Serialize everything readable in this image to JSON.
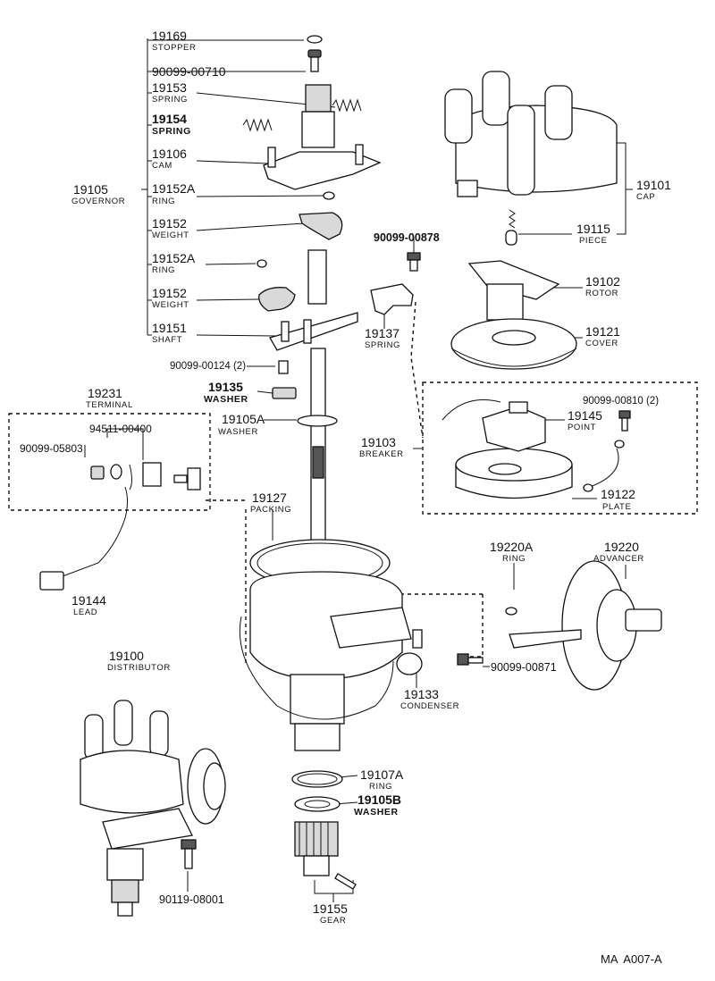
{
  "labels": {
    "l19169": {
      "num": "19169",
      "name": "STOPPER"
    },
    "l90099_00710": {
      "num": "90099-00710"
    },
    "l19153": {
      "num": "19153",
      "name": "SPRING"
    },
    "l19154": {
      "num": "19154",
      "name": "SPRING"
    },
    "l19106": {
      "num": "19106",
      "name": "CAM"
    },
    "l19105": {
      "num": "19105",
      "name": "GOVERNOR"
    },
    "l19152A_1": {
      "num": "19152A",
      "name": "RING"
    },
    "l19152_1": {
      "num": "19152",
      "name": "WEIGHT"
    },
    "l19152A_2": {
      "num": "19152A",
      "name": "RING"
    },
    "l19152_2": {
      "num": "19152",
      "name": "WEIGHT"
    },
    "l19151": {
      "num": "19151",
      "name": "SHAFT"
    },
    "l90099_00124": {
      "num": "90099-00124 (2)"
    },
    "l19135": {
      "num": "19135",
      "name": "WASHER"
    },
    "l19105A": {
      "num": "19105A",
      "name": "WASHER"
    },
    "l19231": {
      "num": "19231",
      "name": "TERMINAL"
    },
    "l94511_00400": {
      "num": "94511-00400"
    },
    "l90099_05803": {
      "num": "90099-05803"
    },
    "l19127": {
      "num": "19127",
      "name": "PACKING"
    },
    "l19144": {
      "num": "19144",
      "name": "LEAD"
    },
    "l19100": {
      "num": "19100",
      "name": "DISTRIBUTOR"
    },
    "l90119_08001": {
      "num": "90119-08001"
    },
    "l19101": {
      "num": "19101",
      "name": "CAP"
    },
    "l19115": {
      "num": "19115",
      "name": "PIECE"
    },
    "l90099_00878": {
      "num": "90099-00878"
    },
    "l19102": {
      "num": "19102",
      "name": "ROTOR"
    },
    "l19137": {
      "num": "19137",
      "name": "SPRING"
    },
    "l19121": {
      "num": "19121",
      "name": "COVER"
    },
    "l90099_00810": {
      "num": "90099-00810 (2)"
    },
    "l19145": {
      "num": "19145",
      "name": "POINT"
    },
    "l19103": {
      "num": "19103",
      "name": "BREAKER"
    },
    "l19122": {
      "num": "19122",
      "name": "PLATE"
    },
    "l19220A": {
      "num": "19220A",
      "name": "RING"
    },
    "l19220": {
      "num": "19220",
      "name": "ADVANCER"
    },
    "l90099_00871": {
      "num": "90099-00871"
    },
    "l19133": {
      "num": "19133",
      "name": "CONDENSER"
    },
    "l19107A": {
      "num": "19107A",
      "name": "RING"
    },
    "l19105B": {
      "num": "19105B",
      "name": "WASHER"
    },
    "l19155": {
      "num": "19155",
      "name": "GEAR"
    }
  },
  "footer_code": "MA  A007-A"
}
